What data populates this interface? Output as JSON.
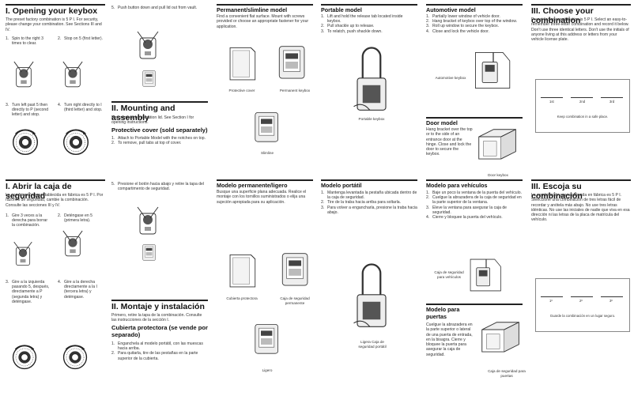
{
  "en": {
    "opening": {
      "title": "I. Opening your keybox",
      "intro": "The preset factory combination is 5 P I. For security, please change your combination. See Sections III and IV.",
      "step1": "Spin to the right 3 times to clear.",
      "step2": "Stop on 5 (first letter).",
      "step3": "Turn left past 5 then directly to P (second letter) and stop.",
      "step4": "Turn right directly to I (third letter) and stop.",
      "step5": "Push button down and pull lid out from vault."
    },
    "mounting": {
      "title": "II. Mounting and assembly",
      "intro": "First remove combination lid. See Section I for opening instructions.",
      "subtitle": "Protective cover (sold separately)",
      "step1": "Attach to Portable Model with the notches on top.",
      "step2": "To remove, pull tabs at top of cover."
    },
    "permanent": {
      "title": "Permanent/slimline model",
      "intro": "Find a convenient flat surface. Mount with screws provided or choose an appropriate fastener for your application.",
      "cap_cover": "Protective cover",
      "cap_keybox": "Permanent keybox",
      "cap_slim": "Slimline"
    },
    "portable": {
      "title": "Portable model",
      "step1": "Lift and hold the release tab located inside keybox.",
      "step2": "Pull shackle up to release.",
      "step3": "To relatch, push shackle down.",
      "cap": "Portable keybox"
    },
    "auto": {
      "title": "Automotive model",
      "step1": "Partially lower window of vehicle door.",
      "step2": "Hang bracket of keybox over top of the window.",
      "step3": "Roll up window to secure the keybox.",
      "step4": "Close and lock the vehicle door.",
      "cap": "Automotive keybox"
    },
    "door": {
      "title": "Door model",
      "text": "Hang bracket over the top or to the side of an entrance door at the hinge. Close and lock the door to secure the keybox.",
      "cap": "Door keybox"
    },
    "choose": {
      "title": "III. Choose your combination",
      "text": "Preset factory combination is 5 P I. Select an easy-to-remember three-letter combination and record it below. Don't use three identical letters. Don't use the initials of anyone living at this address or letters from your vehicle license plate.",
      "l1": "1st",
      "l2": "2nd",
      "l3": "3rd",
      "note": "Keep combination in a safe place."
    }
  },
  "es": {
    "opening": {
      "title": "I. Abrir la caja de seguridad",
      "intro": "La combinación preestablecida en fábrica es 5 P I. Por razones de seguridad, cambie la combinación. Consulte las secciones III y IV.",
      "step1": "Gire 3 veces a la derecha para borrar la combinación.",
      "step2": "Deténgase en 5 (primera letra).",
      "step3": "Gire a la izquierda pasando 5, después, directamente a P (segunda letra) y deténgase.",
      "step4": "Gire a la derecha directamente a la I (tercera letra) y deténgase.",
      "step5": "Presione el botón hacia abajo y retire la tapa del compartimento de seguridad."
    },
    "mounting": {
      "title": "II. Montaje y instalación",
      "intro": "Primero, retire la tapa de la combinación. Consulte las instrucciones de la sección I.",
      "subtitle": "Cubierta protectora (se vende por separado)",
      "step1": "Enganchela al modelo portátil, con las muescas hacia arriba.",
      "step2": "Para quitarla, tire de las pestañas en la parte superior de la cubierta."
    },
    "permanent": {
      "title": "Modelo permanente/ligero",
      "intro": "Busque una superficie plana adecuada. Realice el montaje con los tornillos suministrados o elija una sujeción apropiada para su aplicación.",
      "cap_cover": "Cubierta protectora",
      "cap_keybox": "Caja de seguridad permanente",
      "cap_slim": "Ligero"
    },
    "portable": {
      "title": "Modelo portátil",
      "step1": "Mantenga levantada la pestaña ubicada dentro de la caja de seguridad.",
      "step2": "Tire de la traba hacia arriba para soltarla.",
      "step3": "Para volver a engancharla, presione la traba hacia abajo.",
      "cap": "Ligera Caja de seguridad portátil"
    },
    "auto": {
      "title": "Modelo para vehículos",
      "step1": "Baje un poco la ventana de la puerta del vehículo.",
      "step2": "Cuelgue la abrazadera de la caja de seguridad en la parte superior de la ventana.",
      "step3": "Eleve la ventana para asegurar la caja de seguridad.",
      "step4": "Cierre y bloquee la puerta del vehículo.",
      "cap": "Caja de seguridad para vehículos"
    },
    "door": {
      "title": "Modelo para puertas",
      "text": "Cuelgue la abrazadera en la parte superior o lateral de una puerta de entrada, en la bisagra. Cierre y bloquee la puerta para asegurar la caja de seguridad.",
      "cap": "Caja de seguridad para puertas"
    },
    "choose": {
      "title": "III. Escoja su combinación",
      "text": "La combinación preestablecida en fábrica es 5 P I. Seleccione una combinación de tres letras fácil de recordar y anótela más abajo. No use tres letras idénticas. No use las iniciales de nadie que viva en esa dirección ni las letras de la placa de matrícula del vehículo.",
      "l1": "1º",
      "l2": "2º",
      "l3": "3º",
      "note": "Guarde la combinación en un lugar seguro."
    }
  }
}
